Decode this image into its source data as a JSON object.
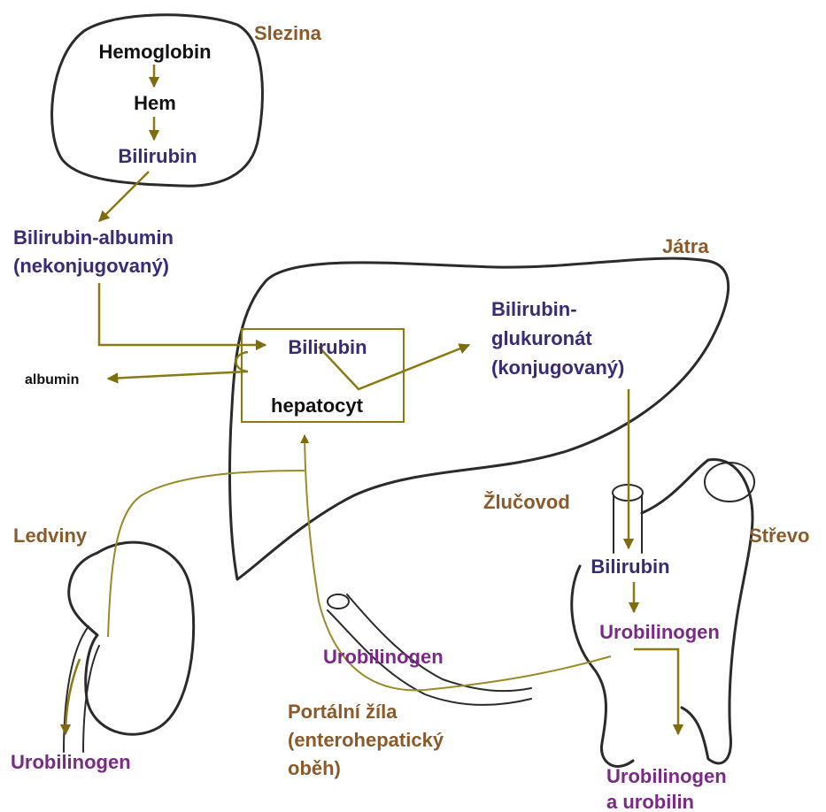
{
  "organs": {
    "spleen": "Slezina",
    "liver": "Játra",
    "kidneys": "Ledviny",
    "bile_duct": "Žlučovod",
    "intestine": "Střevo",
    "portal_vein_1": "Portální žíla",
    "portal_vein_2": "(enterohepatický",
    "portal_vein_3": "oběh)"
  },
  "spleen_content": {
    "hemoglobin": "Hemoglobin",
    "hem": "Hem",
    "bilirubin": "Bilirubin"
  },
  "blood": {
    "bilirubin_albumin_1": "Bilirubin-albumin",
    "bilirubin_albumin_2": "(nekonjugovaný)",
    "albumin": "albumin"
  },
  "liver_content": {
    "bilirubin": "Bilirubin",
    "hepatocyte": "hepatocyt",
    "glucuronide_1": "Bilirubin-",
    "glucuronide_2": "glukuronát",
    "glucuronide_3": "(konjugovaný)"
  },
  "intestine_content": {
    "bilirubin": "Bilirubin",
    "urobilinogen": "Urobilinogen",
    "output_1": "Urobilinogen",
    "output_2": "a urobilin"
  },
  "portal_content": {
    "urobilinogen": "Urobilinogen"
  },
  "kidney_content": {
    "urobilinogen": "Urobilinogen"
  },
  "colors": {
    "organ_label": "#8a5a2b",
    "compound_blue": "#3a2a78",
    "compound_purple": "#7a2a86",
    "arrow": "#8a7a12",
    "outline": "#2b2b2b"
  }
}
